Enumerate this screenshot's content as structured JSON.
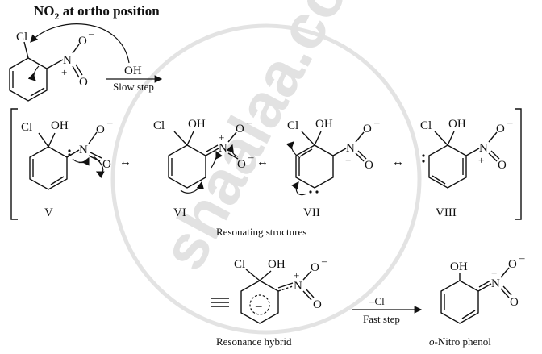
{
  "title": {
    "main": "NO",
    "sub": "2",
    "rest": " at ortho position"
  },
  "reagent": "OH",
  "step1_label": "Slow step",
  "step2_reagent": "–Cl",
  "step2_label": "Fast step",
  "structures": [
    {
      "roman": "V"
    },
    {
      "roman": "VI"
    },
    {
      "roman": "VII"
    },
    {
      "roman": "VIII"
    }
  ],
  "resonating_caption": "Resonating structures",
  "hybrid_caption": "Resonance hybrid",
  "product_caption_italic": "o",
  "product_caption_rest": "-Nitro phenol",
  "atoms": {
    "cl": "Cl",
    "oh": "OH",
    "n": "N",
    "o": "O",
    "minus": "–",
    "plus": "+"
  },
  "watermark": "shaalaa.com"
}
